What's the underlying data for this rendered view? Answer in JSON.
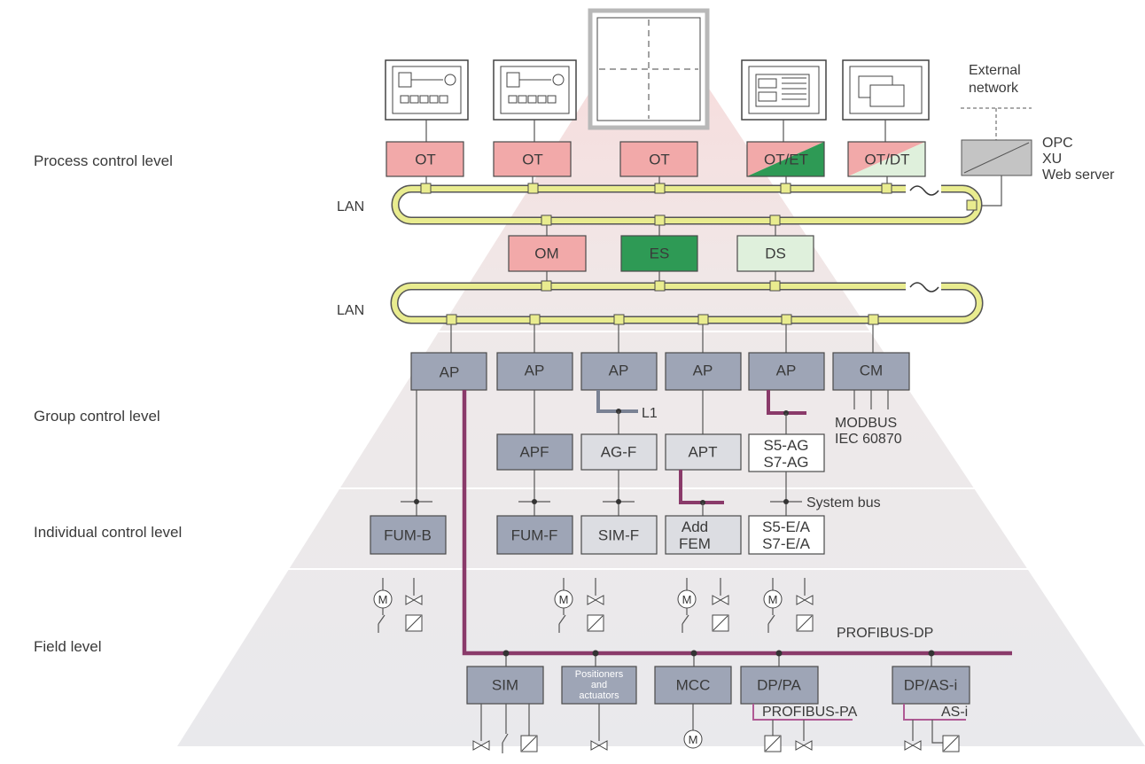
{
  "levels": {
    "process": "Process control level",
    "group": "Group control level",
    "individual": "Individual control level",
    "field": "Field level"
  },
  "lan_labels": {
    "lan1": "LAN",
    "lan2": "LAN"
  },
  "operator_terminals": {
    "ot1": "OT",
    "ot2": "OT",
    "ot3": "OT",
    "ot4": "OT/ET",
    "ot5": "OT/DT"
  },
  "servers": {
    "om": "OM",
    "es": "ES",
    "ds": "DS"
  },
  "external": {
    "line1": "External",
    "line2": "network",
    "gw1": "OPC",
    "gw2": "XU",
    "gw3": "Web server"
  },
  "automation": {
    "ap1": "AP",
    "ap2": "AP",
    "ap3": "AP",
    "ap4": "AP",
    "ap5": "AP",
    "cm": "CM",
    "l1": "L1",
    "modbus": "MODBUS",
    "iec": "IEC 60870",
    "apf": "APF",
    "agf": "AG-F",
    "apt": "APT",
    "s5ag": "S5-AG",
    "s7ag": "S7-AG",
    "system_bus": "System bus"
  },
  "individual": {
    "fumb": "FUM-B",
    "fumf": "FUM-F",
    "simf": "SIM-F",
    "add1": "Add",
    "add2": "FEM",
    "s5ea": "S5-E/A",
    "s7ea": "S7-E/A"
  },
  "field": {
    "profibus_dp": "PROFIBUS-DP",
    "profibus_pa": "PROFIBUS-PA",
    "asi": "AS-i",
    "sim": "SIM",
    "pos1": "Positioners",
    "pos2": "and",
    "pos3": "actuators",
    "mcc": "MCC",
    "dppa": "DP/PA",
    "dpasi": "DP/AS-i"
  },
  "colors": {
    "ot_red": "#f2a9a9",
    "es_green": "#2e9a55",
    "ds_green": "#dff0dc",
    "ap_blue": "#9ea5b6",
    "lan_yellow": "#e9ec8f",
    "profibus_purple": "#8a3a6a"
  }
}
